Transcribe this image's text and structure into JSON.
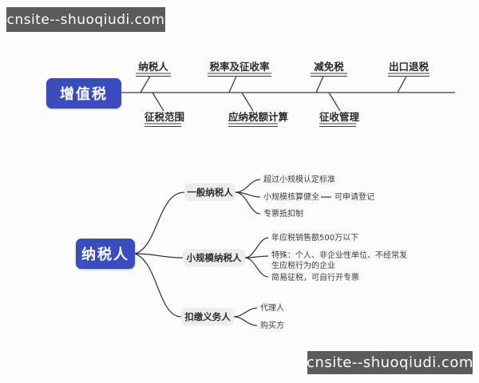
{
  "watermark": {
    "text": "cnsite--shuoqiudi.com"
  },
  "fishbone": {
    "root": "增值税",
    "top_branches": [
      "纳税人",
      "税率及征收率",
      "减免税",
      "出口退税"
    ],
    "bottom_branches": [
      "征税范围",
      "应纳税额计算",
      "征收管理"
    ]
  },
  "mindmap": {
    "root": "纳税人",
    "branches": [
      {
        "label": "一般纳税人",
        "children": [
          {
            "label": "超过小规模认定标准"
          },
          {
            "label": "小规模核算健全",
            "children": [
              {
                "label": "可申请登记"
              }
            ]
          },
          {
            "label": "专票抵扣制"
          }
        ]
      },
      {
        "label": "小规模纳税人",
        "children": [
          {
            "label": "年应税销售额500万以下"
          },
          {
            "label": "特殊：个人、非企业性单位、不经常发生应税行为的企业"
          },
          {
            "label": "简易征税，可自行开专票"
          }
        ]
      },
      {
        "label": "扣缴义务人",
        "children": [
          {
            "label": "代理人"
          },
          {
            "label": "购买方"
          }
        ]
      }
    ]
  },
  "colors": {
    "root_node_blue": "#3b4cbd",
    "child_node_gray": "#ededed",
    "line": "#3d3d3d",
    "watermark_bg": "#5b5b5b"
  }
}
